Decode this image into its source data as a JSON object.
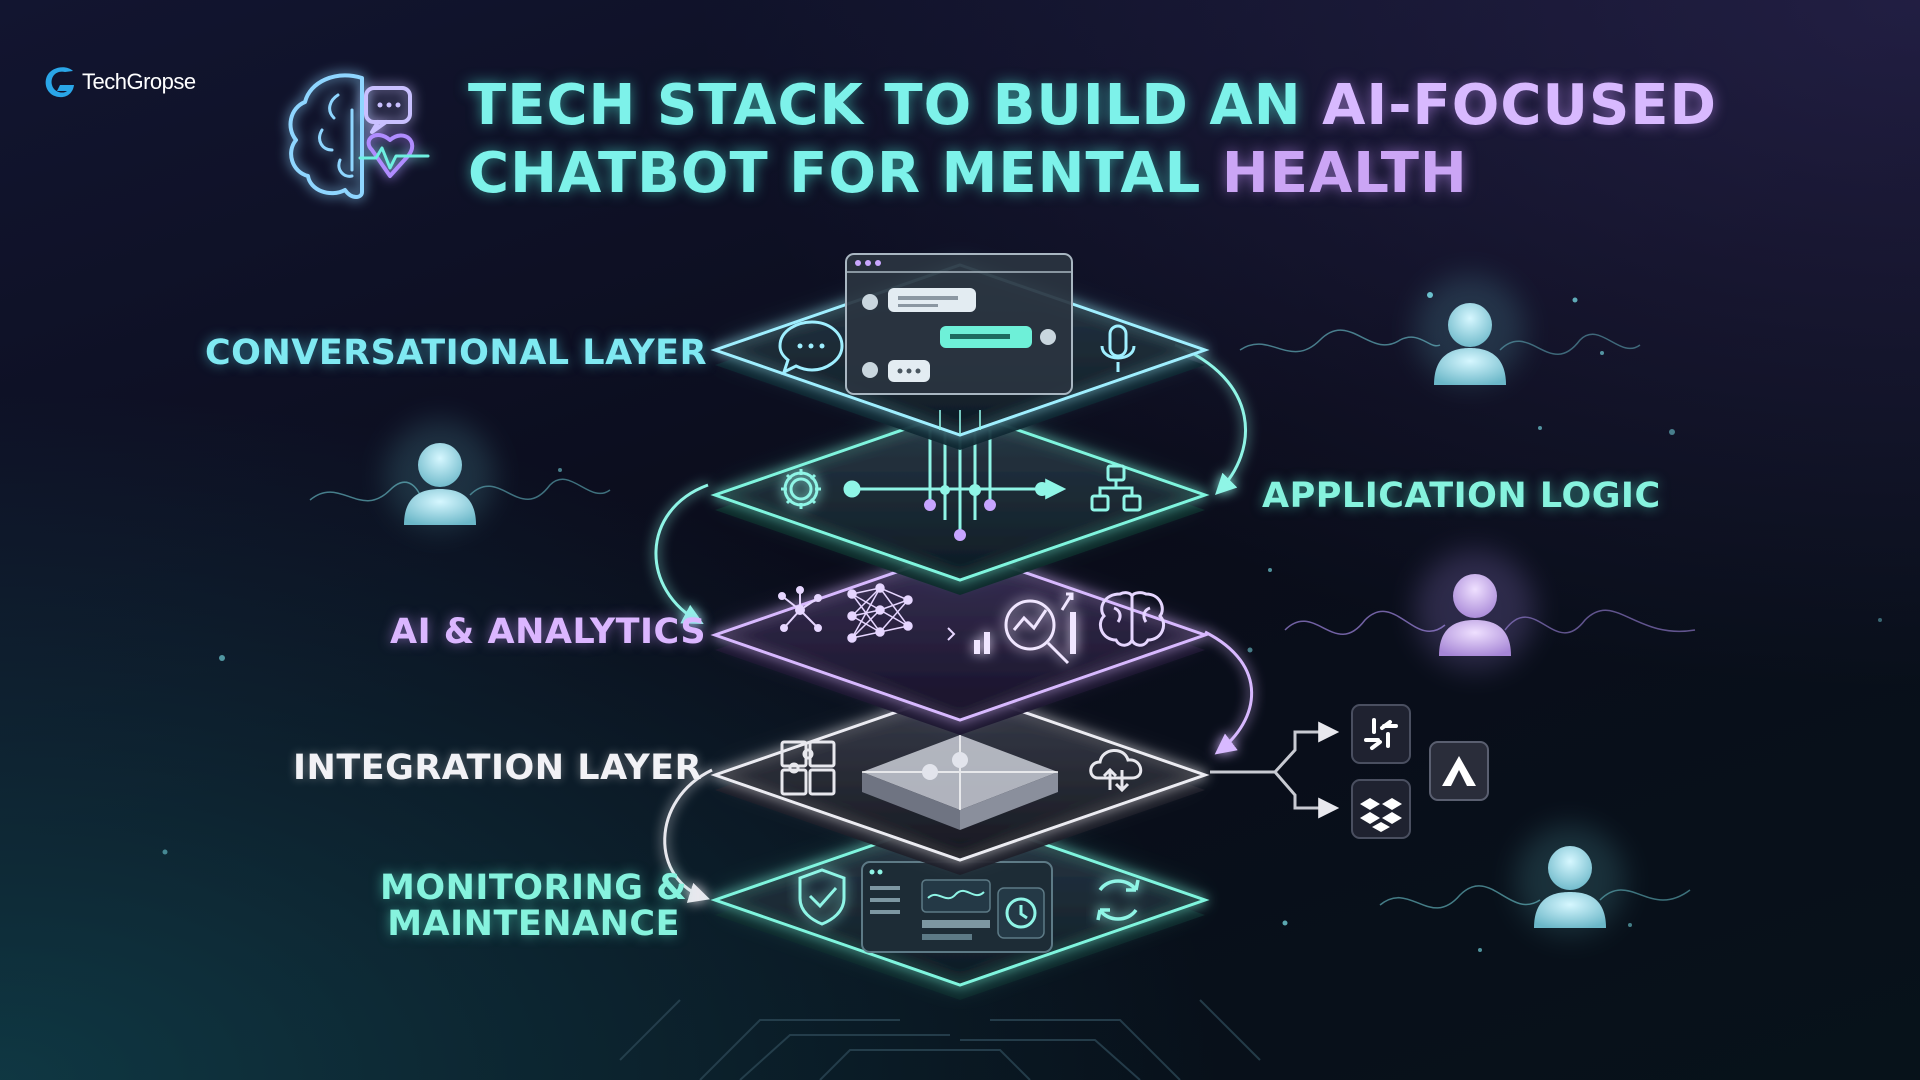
{
  "logo": {
    "text": "TechGropse"
  },
  "title": {
    "line1_part1": "TECH STACK TO BUILD AN ",
    "line1_part2": "AI-FOCUSED",
    "line2_part1": "CHATBOT FOR MENTAL ",
    "line2_part2": "HEALTH"
  },
  "layers": [
    {
      "label": "CONVERSATIONAL LAYER",
      "color": "#7fe9f2"
    },
    {
      "label": "APPLICATION LOGIC",
      "color": "#86f3de"
    },
    {
      "label": "AI & ANALYTICS",
      "color": "#dbb6ff"
    },
    {
      "label": "INTEGRATION LAYER",
      "color": "#f2f2f6"
    },
    {
      "label_line1": "MONITORING &",
      "label_line2": "MAINTENANCE",
      "color": "#86f3de"
    }
  ],
  "icons": {
    "brain_chat": "brain-chat-heart-icon",
    "conversational": [
      "chat-bubble-icon",
      "chat-window-icon",
      "microphone-icon"
    ],
    "application": [
      "gear-icon",
      "circuit-icon",
      "flowchart-icon"
    ],
    "ai": [
      "network-graph-icon",
      "neural-network-icon",
      "analytics-magnifier-icon",
      "brain-icon"
    ],
    "integration": [
      "puzzle-icon",
      "puzzle-block-icon",
      "cloud-sync-icon"
    ],
    "monitoring": [
      "shield-check-icon",
      "dashboard-icon",
      "refresh-icon"
    ],
    "services": [
      "slack-icon",
      "dropbox-icon",
      "atlassian-icon"
    ],
    "users": [
      "user-avatar-icon"
    ]
  },
  "colors": {
    "background": "#0a0c1a",
    "cyan": "#7df2ea",
    "teal": "#5fe6c8",
    "purple": "#cba5f5",
    "white": "#f2f2f6"
  }
}
